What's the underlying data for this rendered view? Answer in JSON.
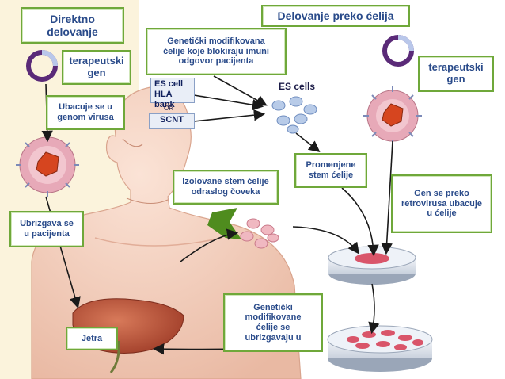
{
  "labels": {
    "direct_action": "Direktno\ndelovanje",
    "cell_action": "Delovanje preko ćelija",
    "therapeutic_gene_left": "terapeutski\ngen",
    "therapeutic_gene_right": "terapeutski\ngen",
    "insert_into_virus": "Ubacuje se u\ngenom virusa",
    "injected_into_patient": "Ubrizgava se\nu pacijenta",
    "liver": "Jetra",
    "gm_cells_block": "Genetički modifikovana\nćelije koje blokiraju imuni\nodgovor pacijenta",
    "es_cell_hla": "ES cell\nHLA bank",
    "or": "OR",
    "scnt": "SCNT",
    "es_cells": "ES cells",
    "modified_stem_cells": "Promenjene\nstem ćelije",
    "adult_stem_cells": "Izolovane stem ćelije\nodraslog čoveka",
    "gene_via_retrovirus": "Gen se preko\nretrovirusa ubacuje\nu ćelije",
    "gm_cells_injected": "Genetički\nmodifikovane\nćelije se\nubrizgavaju u"
  },
  "colors": {
    "left_panel": "#fbf3dc",
    "box_border": "#6fa83a",
    "box_text": "#2a4b8a",
    "plasmid": "#5a2a78",
    "virus_capsid": "#e7a9b8",
    "virus_core": "#d6451f",
    "skin": "#f3d2c2",
    "liver": "#c25a3f",
    "dish_cells": "#d9556a",
    "arrow": "#1a1a1a"
  }
}
